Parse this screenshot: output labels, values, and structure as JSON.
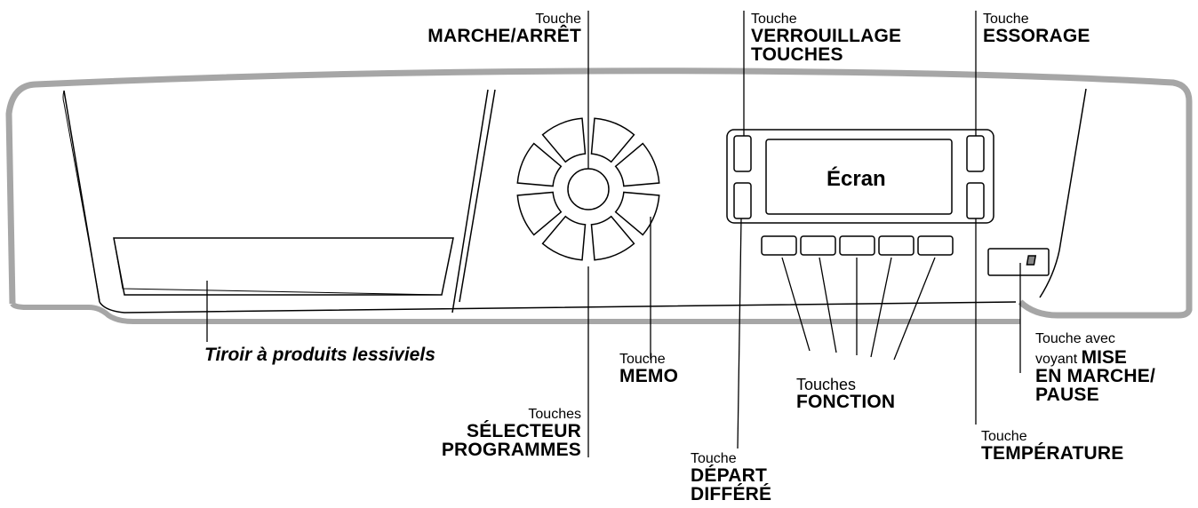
{
  "labels": {
    "marche_arret": {
      "prefix": "Touche",
      "name": "MARCHE/ARRÊT"
    },
    "verrouillage": {
      "prefix": "Touche",
      "line1": "VERROUILLAGE",
      "line2": "TOUCHES"
    },
    "essorage": {
      "prefix": "Touche",
      "name": "ESSORAGE"
    },
    "ecran": "Écran",
    "tiroir": "Tiroir à produits lessiviels",
    "memo": {
      "prefix": "Touche",
      "name": "MEMO"
    },
    "fonction": {
      "prefix": "Touches",
      "name": "FONCTION"
    },
    "mise_en_marche": {
      "prefix": "Touche avec",
      "prefix2": "voyant",
      "line1": "MISE",
      "line2": "EN MARCHE/",
      "line3": "PAUSE"
    },
    "selecteur": {
      "prefix": "Touches",
      "line1": "SÉLECTEUR",
      "line2": "PROGRAMMES"
    },
    "depart": {
      "prefix": "Touche",
      "line1": "DÉPART",
      "line2": "DIFFÉRÉ"
    },
    "temperature": {
      "prefix": "Touche",
      "name": "TEMPÉRATURE"
    }
  },
  "colors": {
    "panel_outline": "#a6a6a6",
    "line": "#000000"
  }
}
